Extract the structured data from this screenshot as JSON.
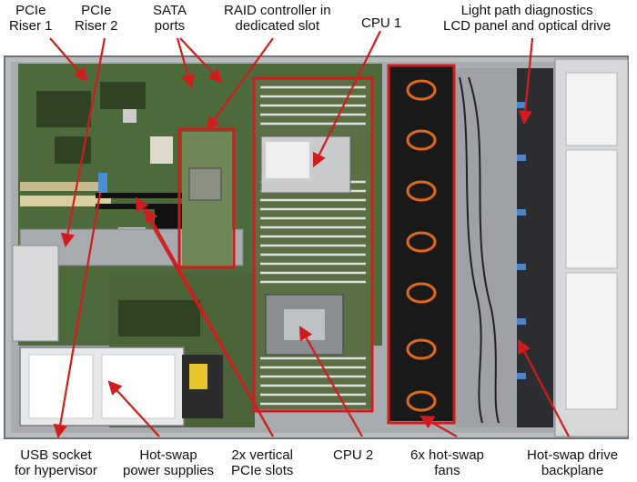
{
  "labels": {
    "pcie_riser_1": {
      "line1": "PCIe",
      "line2": "Riser 1"
    },
    "pcie_riser_2": {
      "line1": "PCIe",
      "line2": "Riser 2"
    },
    "sata_ports": {
      "line1": "SATA",
      "line2": "ports"
    },
    "raid_controller": {
      "line1": "RAID controller in",
      "line2": "dedicated slot"
    },
    "cpu_1": {
      "line1": "CPU 1"
    },
    "light_path": {
      "line1": "Light path diagnostics",
      "line2": "LCD panel and optical drive"
    },
    "usb_socket": {
      "line1": "USB socket",
      "line2": "for hypervisor"
    },
    "hot_swap_power": {
      "line1": "Hot-swap",
      "line2": "power supplies"
    },
    "vertical_pcie": {
      "line1": "2x vertical",
      "line2": "PCIe slots"
    },
    "cpu_2": {
      "line1": "CPU 2"
    },
    "hot_swap_fans": {
      "line1": "6x hot-swap",
      "line2": "fans"
    },
    "hot_swap_backplane": {
      "line1": "Hot-swap drive",
      "line2": "backplane"
    }
  },
  "colors": {
    "callout": "#d01c1c",
    "chassis": "#b9bcbf",
    "board": "#4d6a3a",
    "fan": "#1a1a1a",
    "fan_ring": "#e06a1b"
  }
}
